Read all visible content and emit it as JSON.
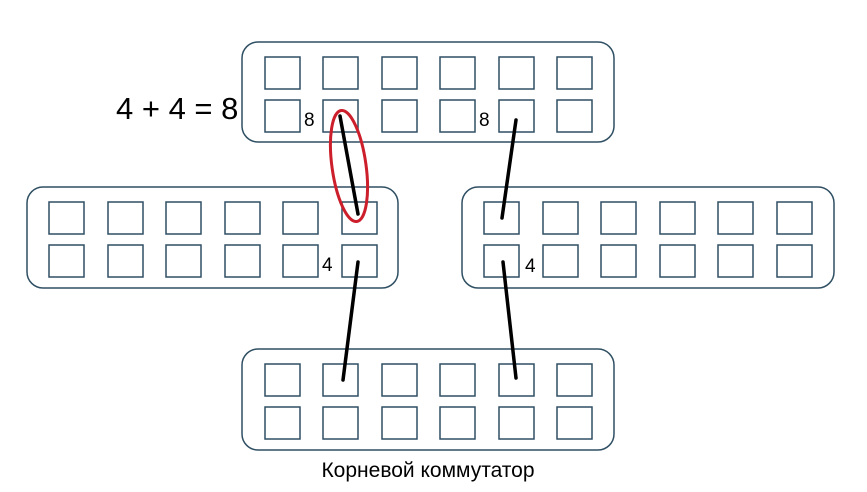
{
  "formula": "4 + 4 = 8",
  "caption": "Корневой коммутатор",
  "port_labels": {
    "top_left": "8",
    "top_right": "8",
    "left_switch": "4",
    "right_switch": "4"
  },
  "colors": {
    "switch_outline": "#2f4f63",
    "wire": "#000000",
    "highlight": "#cc1f2b"
  }
}
